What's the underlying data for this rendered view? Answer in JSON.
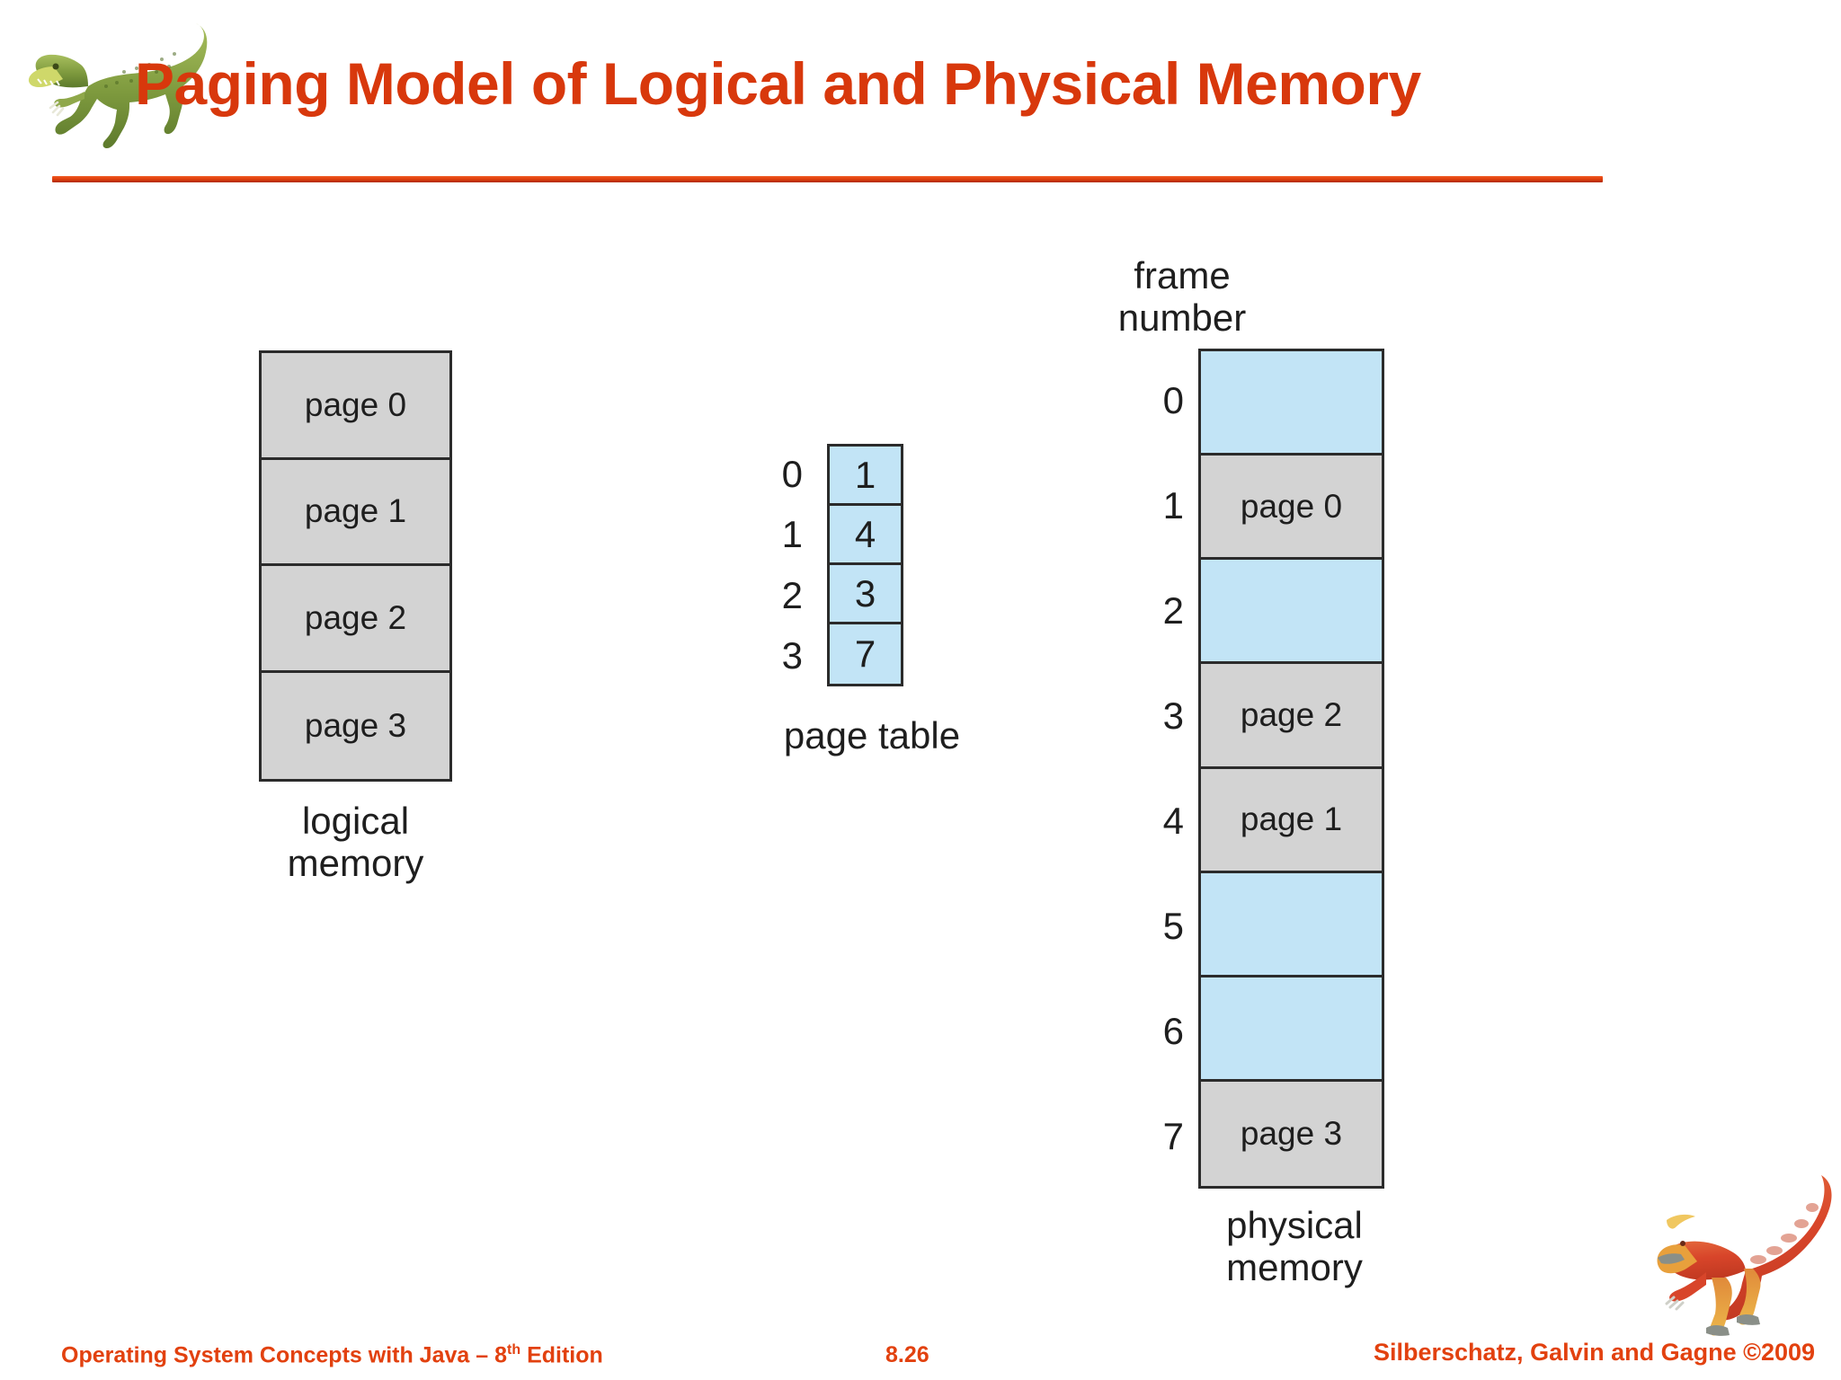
{
  "slide": {
    "title": "Paging Model of Logical and Physical Memory",
    "accent_color": "#d8380c",
    "gray_fill": "#d3d3d3",
    "blue_fill": "#c2e4f6",
    "border_color": "#2b2b2b"
  },
  "header_icon": "dinosaur-icon",
  "footer_icon": "dinosaur-icon",
  "logical_memory": {
    "label_line1": "logical",
    "label_line2": "memory",
    "cells": [
      {
        "label": "page 0",
        "fill": "gray"
      },
      {
        "label": "page 1",
        "fill": "gray"
      },
      {
        "label": "page 2",
        "fill": "gray"
      },
      {
        "label": "page 3",
        "fill": "gray"
      }
    ]
  },
  "page_table": {
    "label": "page table",
    "indices": [
      "0",
      "1",
      "2",
      "3"
    ],
    "entries": [
      {
        "value": "1",
        "fill": "blue"
      },
      {
        "value": "4",
        "fill": "blue"
      },
      {
        "value": "3",
        "fill": "blue"
      },
      {
        "value": "7",
        "fill": "blue"
      }
    ]
  },
  "physical_memory": {
    "header_line1": "frame",
    "header_line2": "number",
    "label_line1": "physical",
    "label_line2": "memory",
    "indices": [
      "0",
      "1",
      "2",
      "3",
      "4",
      "5",
      "6",
      "7"
    ],
    "frames": [
      {
        "label": "",
        "fill": "blue"
      },
      {
        "label": "page 0",
        "fill": "gray"
      },
      {
        "label": "",
        "fill": "blue"
      },
      {
        "label": "page 2",
        "fill": "gray"
      },
      {
        "label": "page 1",
        "fill": "gray"
      },
      {
        "label": "",
        "fill": "blue"
      },
      {
        "label": "",
        "fill": "blue"
      },
      {
        "label": "page 3",
        "fill": "gray"
      }
    ]
  },
  "footer": {
    "left_prefix": "Operating System Concepts  with Java ",
    "left_dash": "– 8",
    "left_sup": "th",
    "left_suffix": " Edition",
    "page_number": "8.26",
    "right": "Silberschatz, Galvin and Gagne ©2009"
  }
}
